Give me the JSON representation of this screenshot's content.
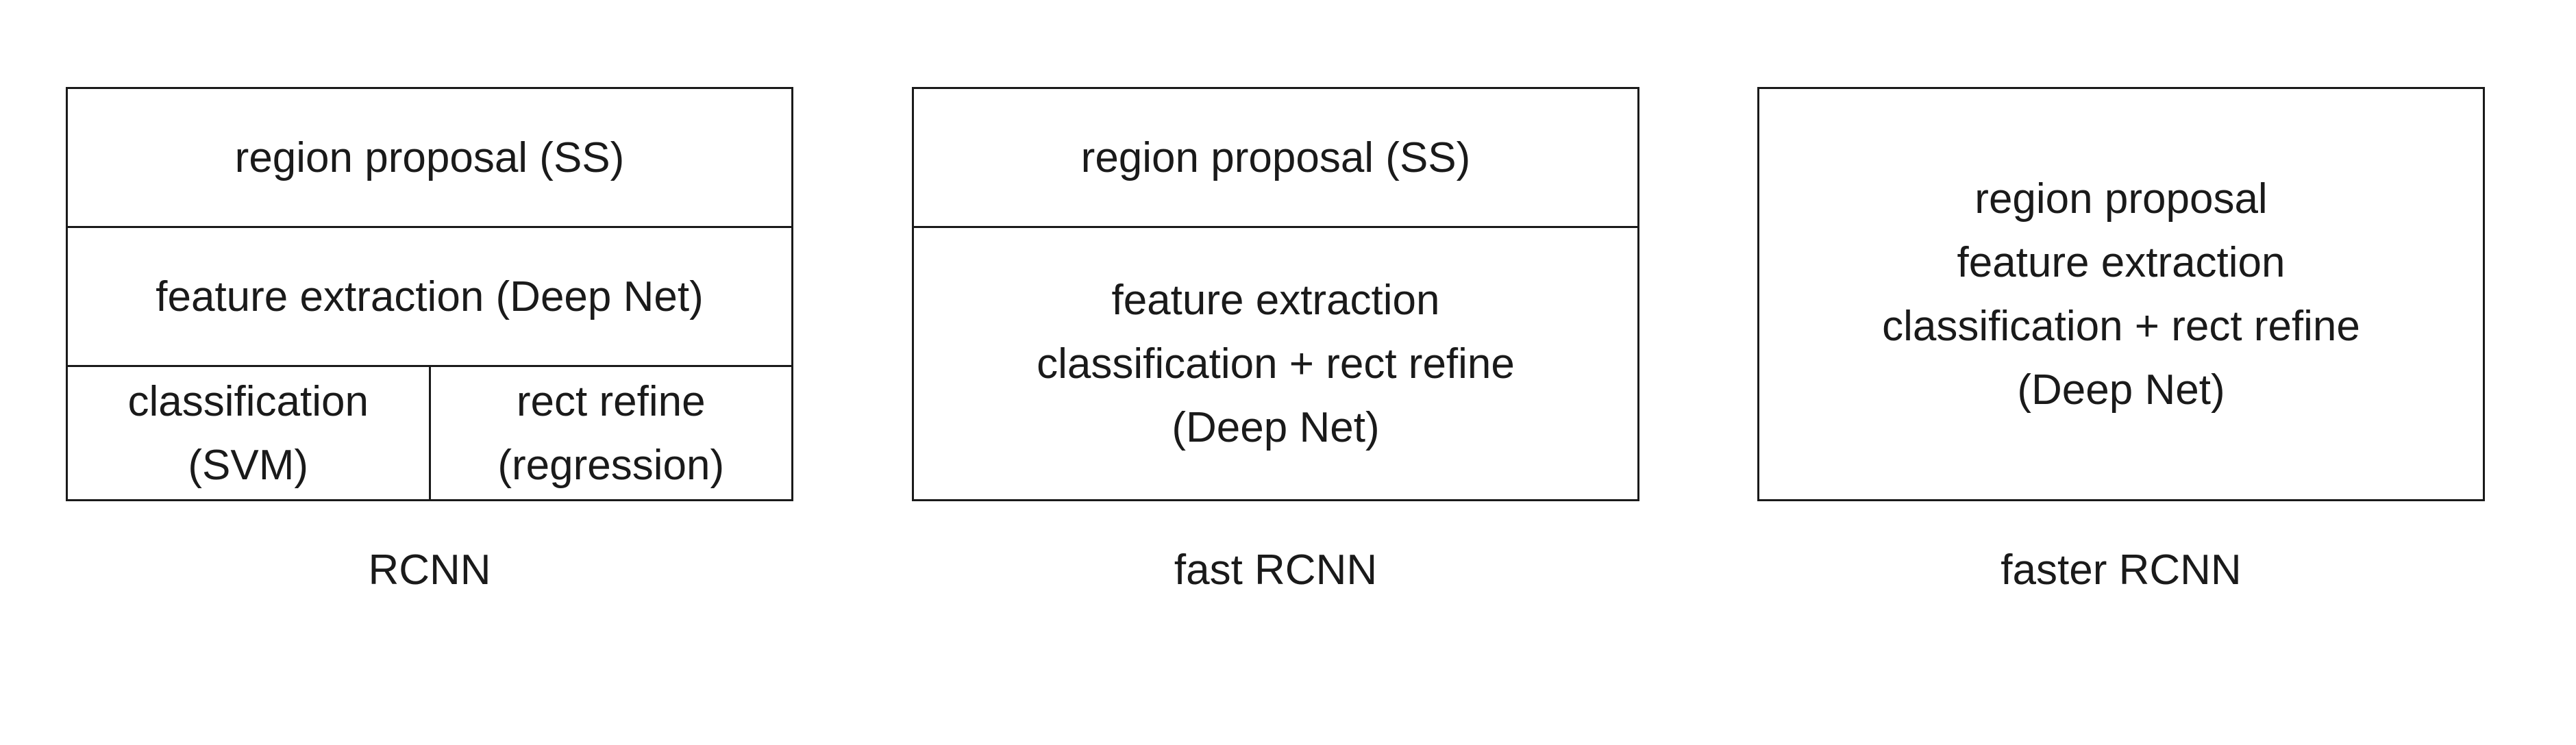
{
  "diagrams": [
    {
      "caption": "RCNN",
      "rows": {
        "top": "region proposal (SS)",
        "mid": "feature extraction (Deep Net)",
        "bottom_left": [
          "classification",
          "(SVM)"
        ],
        "bottom_right": [
          "rect refine",
          "(regression)"
        ]
      }
    },
    {
      "caption": "fast RCNN",
      "rows": {
        "top": "region proposal (SS)",
        "body": [
          "feature extraction",
          "classification + rect refine",
          "(Deep Net)"
        ]
      }
    },
    {
      "caption": "faster RCNN",
      "rows": {
        "body": [
          "region proposal",
          "feature extraction",
          "classification + rect refine",
          "(Deep Net)"
        ]
      }
    }
  ]
}
